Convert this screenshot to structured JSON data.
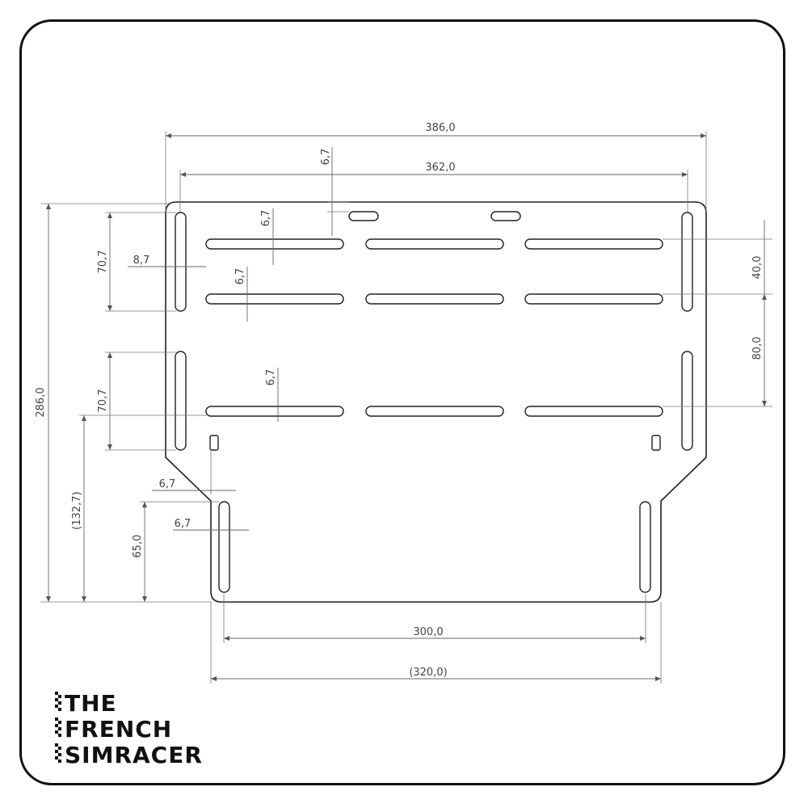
{
  "drawing": {
    "dimensions": {
      "overall_width": "386,0",
      "inner_width": "362,0",
      "top_offset": "6,7",
      "overall_height": "286,0",
      "upper_slot_height": "70,7",
      "slot_inset": "8,7",
      "row_gap_1": "6,7",
      "row_gap_2": "6,7",
      "row_gap_3": "6,7",
      "lower_slot_height": "70,7",
      "right_spacing_1": "40,0",
      "right_spacing_2": "80,0",
      "lower_height": "(132,7)",
      "neck_offset": "6,7",
      "tab_offset": "6,7",
      "tab_height": "65,0",
      "bottom_inner_width": "300,0",
      "bottom_width": "(320,0)"
    }
  },
  "logo": {
    "line1": "THE",
    "line2": "FRENCH",
    "line3": "SIMRACER"
  },
  "colors": {
    "line": "#222222",
    "dimension": "#666666",
    "border": "#111111"
  }
}
